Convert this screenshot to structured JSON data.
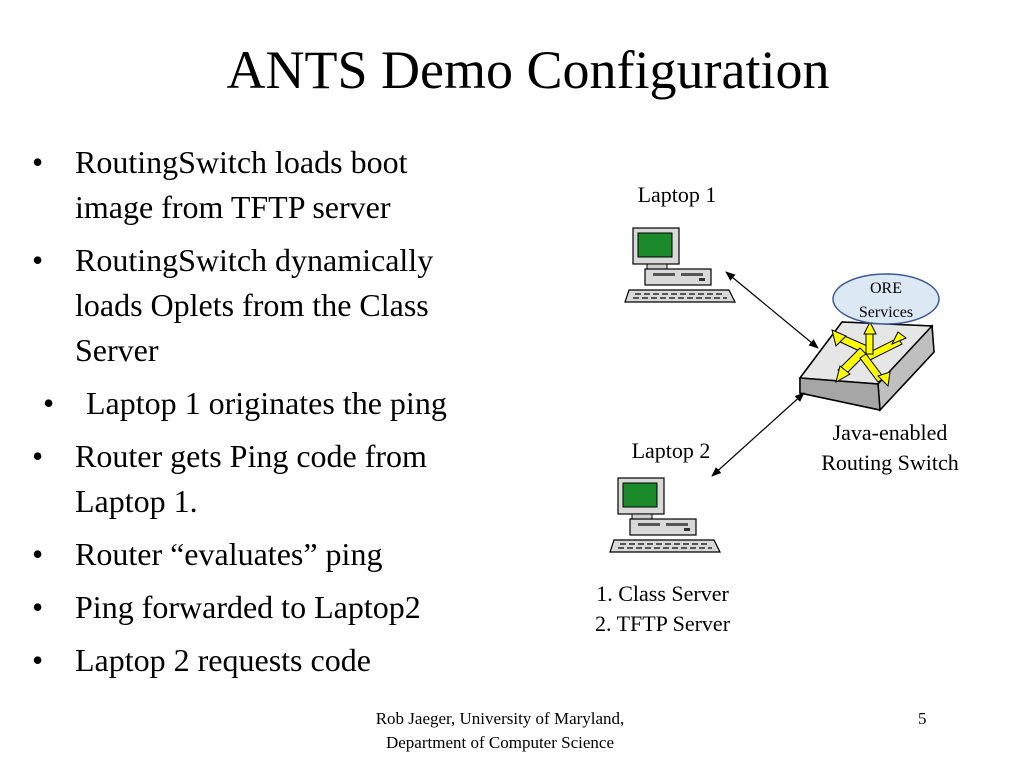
{
  "slide": {
    "title": "ANTS Demo Configuration",
    "bullets": [
      {
        "lines": [
          "RoutingSwitch loads boot",
          "image from TFTP server"
        ]
      },
      {
        "lines": [
          "RoutingSwitch dynamically",
          "loads Oplets from the Class",
          "Server"
        ]
      },
      {
        "lines": [
          " Laptop 1 originates the ping"
        ]
      },
      {
        "lines": [
          "Router gets Ping code from",
          "Laptop 1."
        ]
      },
      {
        "lines": [
          "Router “evaluates” ping"
        ]
      },
      {
        "lines": [
          "Ping forwarded to Laptop2"
        ]
      },
      {
        "lines": [
          "Laptop 2 requests code"
        ]
      }
    ],
    "bullet_symbol": "•"
  },
  "diagram": {
    "laptop1_label": "Laptop 1",
    "laptop2_label": "Laptop 2",
    "ore_services": [
      "ORE",
      "Services"
    ],
    "switch_label": [
      "Java-enabled",
      "Routing Switch"
    ],
    "laptop2_roles": [
      "1. Class Server",
      "2. TFTP Server"
    ],
    "icons": [
      "computer-icon",
      "computer-icon",
      "routing-switch-icon"
    ]
  },
  "footer": {
    "author": "Rob Jaeger, University of Maryland,",
    "department": "Department of Computer Science",
    "page_number": "5"
  },
  "colors": {
    "screen": "#1a8a2a",
    "monitor": "#d9d9d9",
    "switch_arrows": "#ffff00",
    "ore_fill": "#dde8f5",
    "ore_stroke": "#3a5a9a"
  }
}
